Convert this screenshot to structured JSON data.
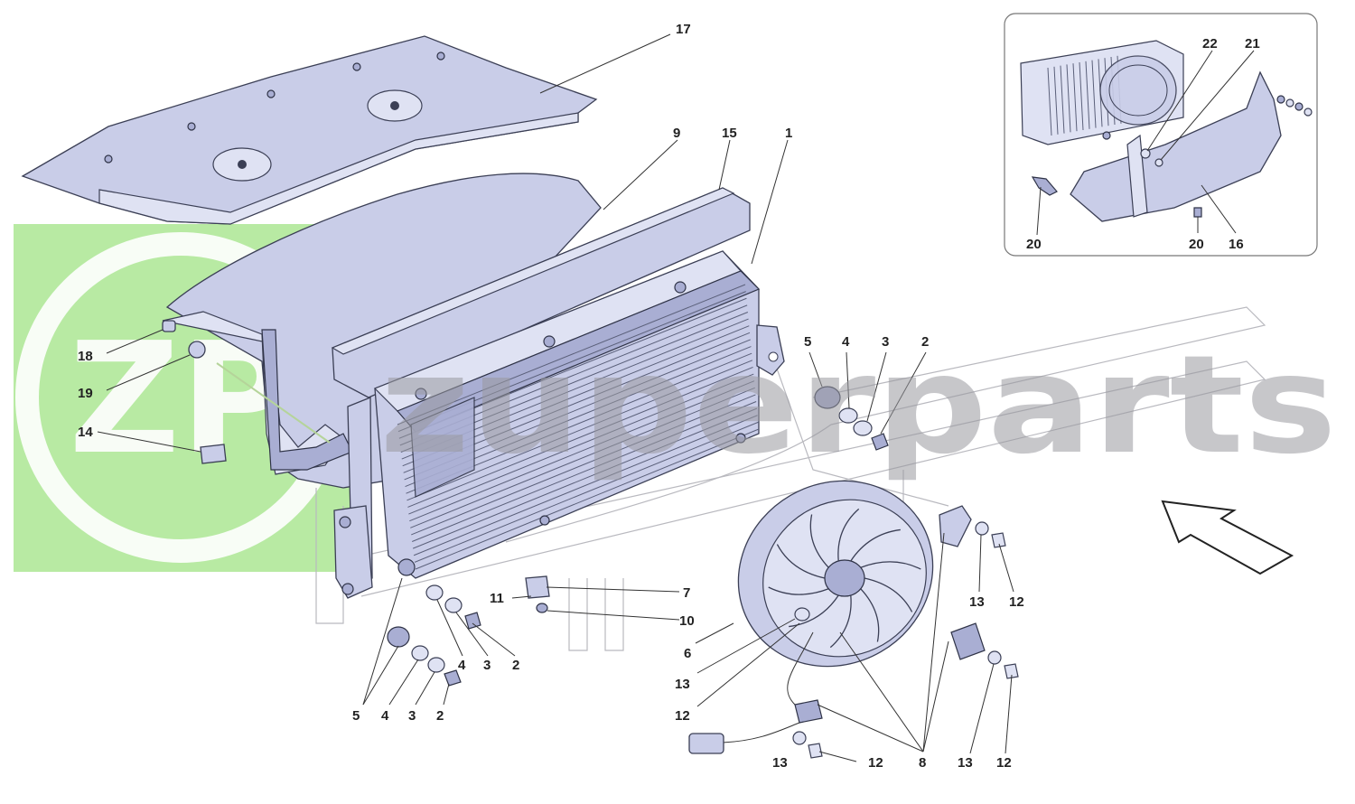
{
  "watermark": {
    "text": "zuperparts",
    "logo_letters": "ZP",
    "brand_color": "#7ed957"
  },
  "callouts": [
    {
      "id": "c17",
      "text": "17"
    },
    {
      "id": "c9",
      "text": "9"
    },
    {
      "id": "c15",
      "text": "15"
    },
    {
      "id": "c1",
      "text": "1"
    },
    {
      "id": "c18",
      "text": "18"
    },
    {
      "id": "c19",
      "text": "19"
    },
    {
      "id": "c14",
      "text": "14"
    },
    {
      "id": "c5a",
      "text": "5"
    },
    {
      "id": "c4a",
      "text": "4"
    },
    {
      "id": "c3a",
      "text": "3"
    },
    {
      "id": "c2a",
      "text": "2"
    },
    {
      "id": "c7",
      "text": "7"
    },
    {
      "id": "c11",
      "text": "11"
    },
    {
      "id": "c10",
      "text": "10"
    },
    {
      "id": "c4b",
      "text": "4"
    },
    {
      "id": "c3b",
      "text": "3"
    },
    {
      "id": "c2b",
      "text": "2"
    },
    {
      "id": "c5c",
      "text": "5"
    },
    {
      "id": "c4c",
      "text": "4"
    },
    {
      "id": "c3c",
      "text": "3"
    },
    {
      "id": "c2c",
      "text": "2"
    },
    {
      "id": "c6",
      "text": "6"
    },
    {
      "id": "c13a",
      "text": "13"
    },
    {
      "id": "c12a",
      "text": "12"
    },
    {
      "id": "c13b",
      "text": "13"
    },
    {
      "id": "c12b",
      "text": "12"
    },
    {
      "id": "c8",
      "text": "8"
    },
    {
      "id": "c13c",
      "text": "13"
    },
    {
      "id": "c12c",
      "text": "12"
    },
    {
      "id": "c13d",
      "text": "13"
    },
    {
      "id": "c12d",
      "text": "12"
    },
    {
      "id": "c22",
      "text": "22"
    },
    {
      "id": "c21",
      "text": "21"
    },
    {
      "id": "c20a",
      "text": "20"
    },
    {
      "id": "c20b",
      "text": "20"
    },
    {
      "id": "c16",
      "text": "16"
    }
  ]
}
